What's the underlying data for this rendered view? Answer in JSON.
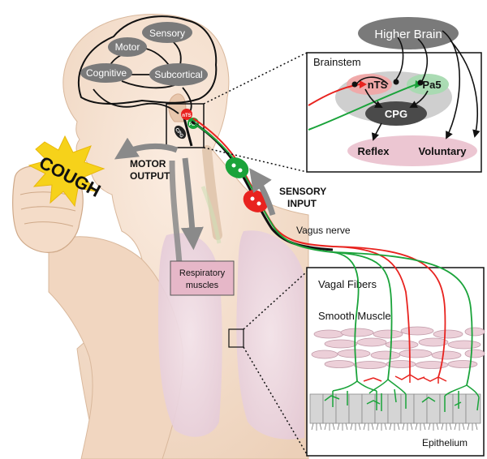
{
  "labels": {
    "sensory": "Sensory",
    "motor": "Motor",
    "cognitive": "Cognitive",
    "subcortical": "Subcortical",
    "nts_small": "nTS",
    "pa5_small": "Pa5",
    "cpg_small": "CPG",
    "cough": "COUGH",
    "motor_output_1": "MOTOR",
    "motor_output_2": "OUTPUT",
    "sensory_input_1": "SENSORY",
    "sensory_input_2": "INPUT",
    "vagus_nerve": "Vagus nerve",
    "respiratory_1": "Respiratory",
    "respiratory_2": "muscles"
  },
  "brainstem_panel": {
    "higher_brain": "Higher Brain",
    "title": "Brainstem",
    "nts": "nTS",
    "pa5": "Pa5",
    "cpg": "CPG",
    "reflex": "Reflex",
    "voluntary": "Voluntary"
  },
  "airway_panel": {
    "vagal_fibers": "Vagal Fibers",
    "smooth_muscle": "Smooth Muscle",
    "epithelium": "Epithelium"
  },
  "colors": {
    "red_fiber": "#e8231f",
    "green_fiber": "#1aa33a",
    "brain_node": "#7a7a7a",
    "dark_node": "#4a4a4a",
    "reflex_pink": "#ecc6d2",
    "resp_box": "#e6b7c8",
    "cough_yellow": "#f6d21a",
    "lung_pink": "#efdce6",
    "skin": "#f3dcc8"
  }
}
